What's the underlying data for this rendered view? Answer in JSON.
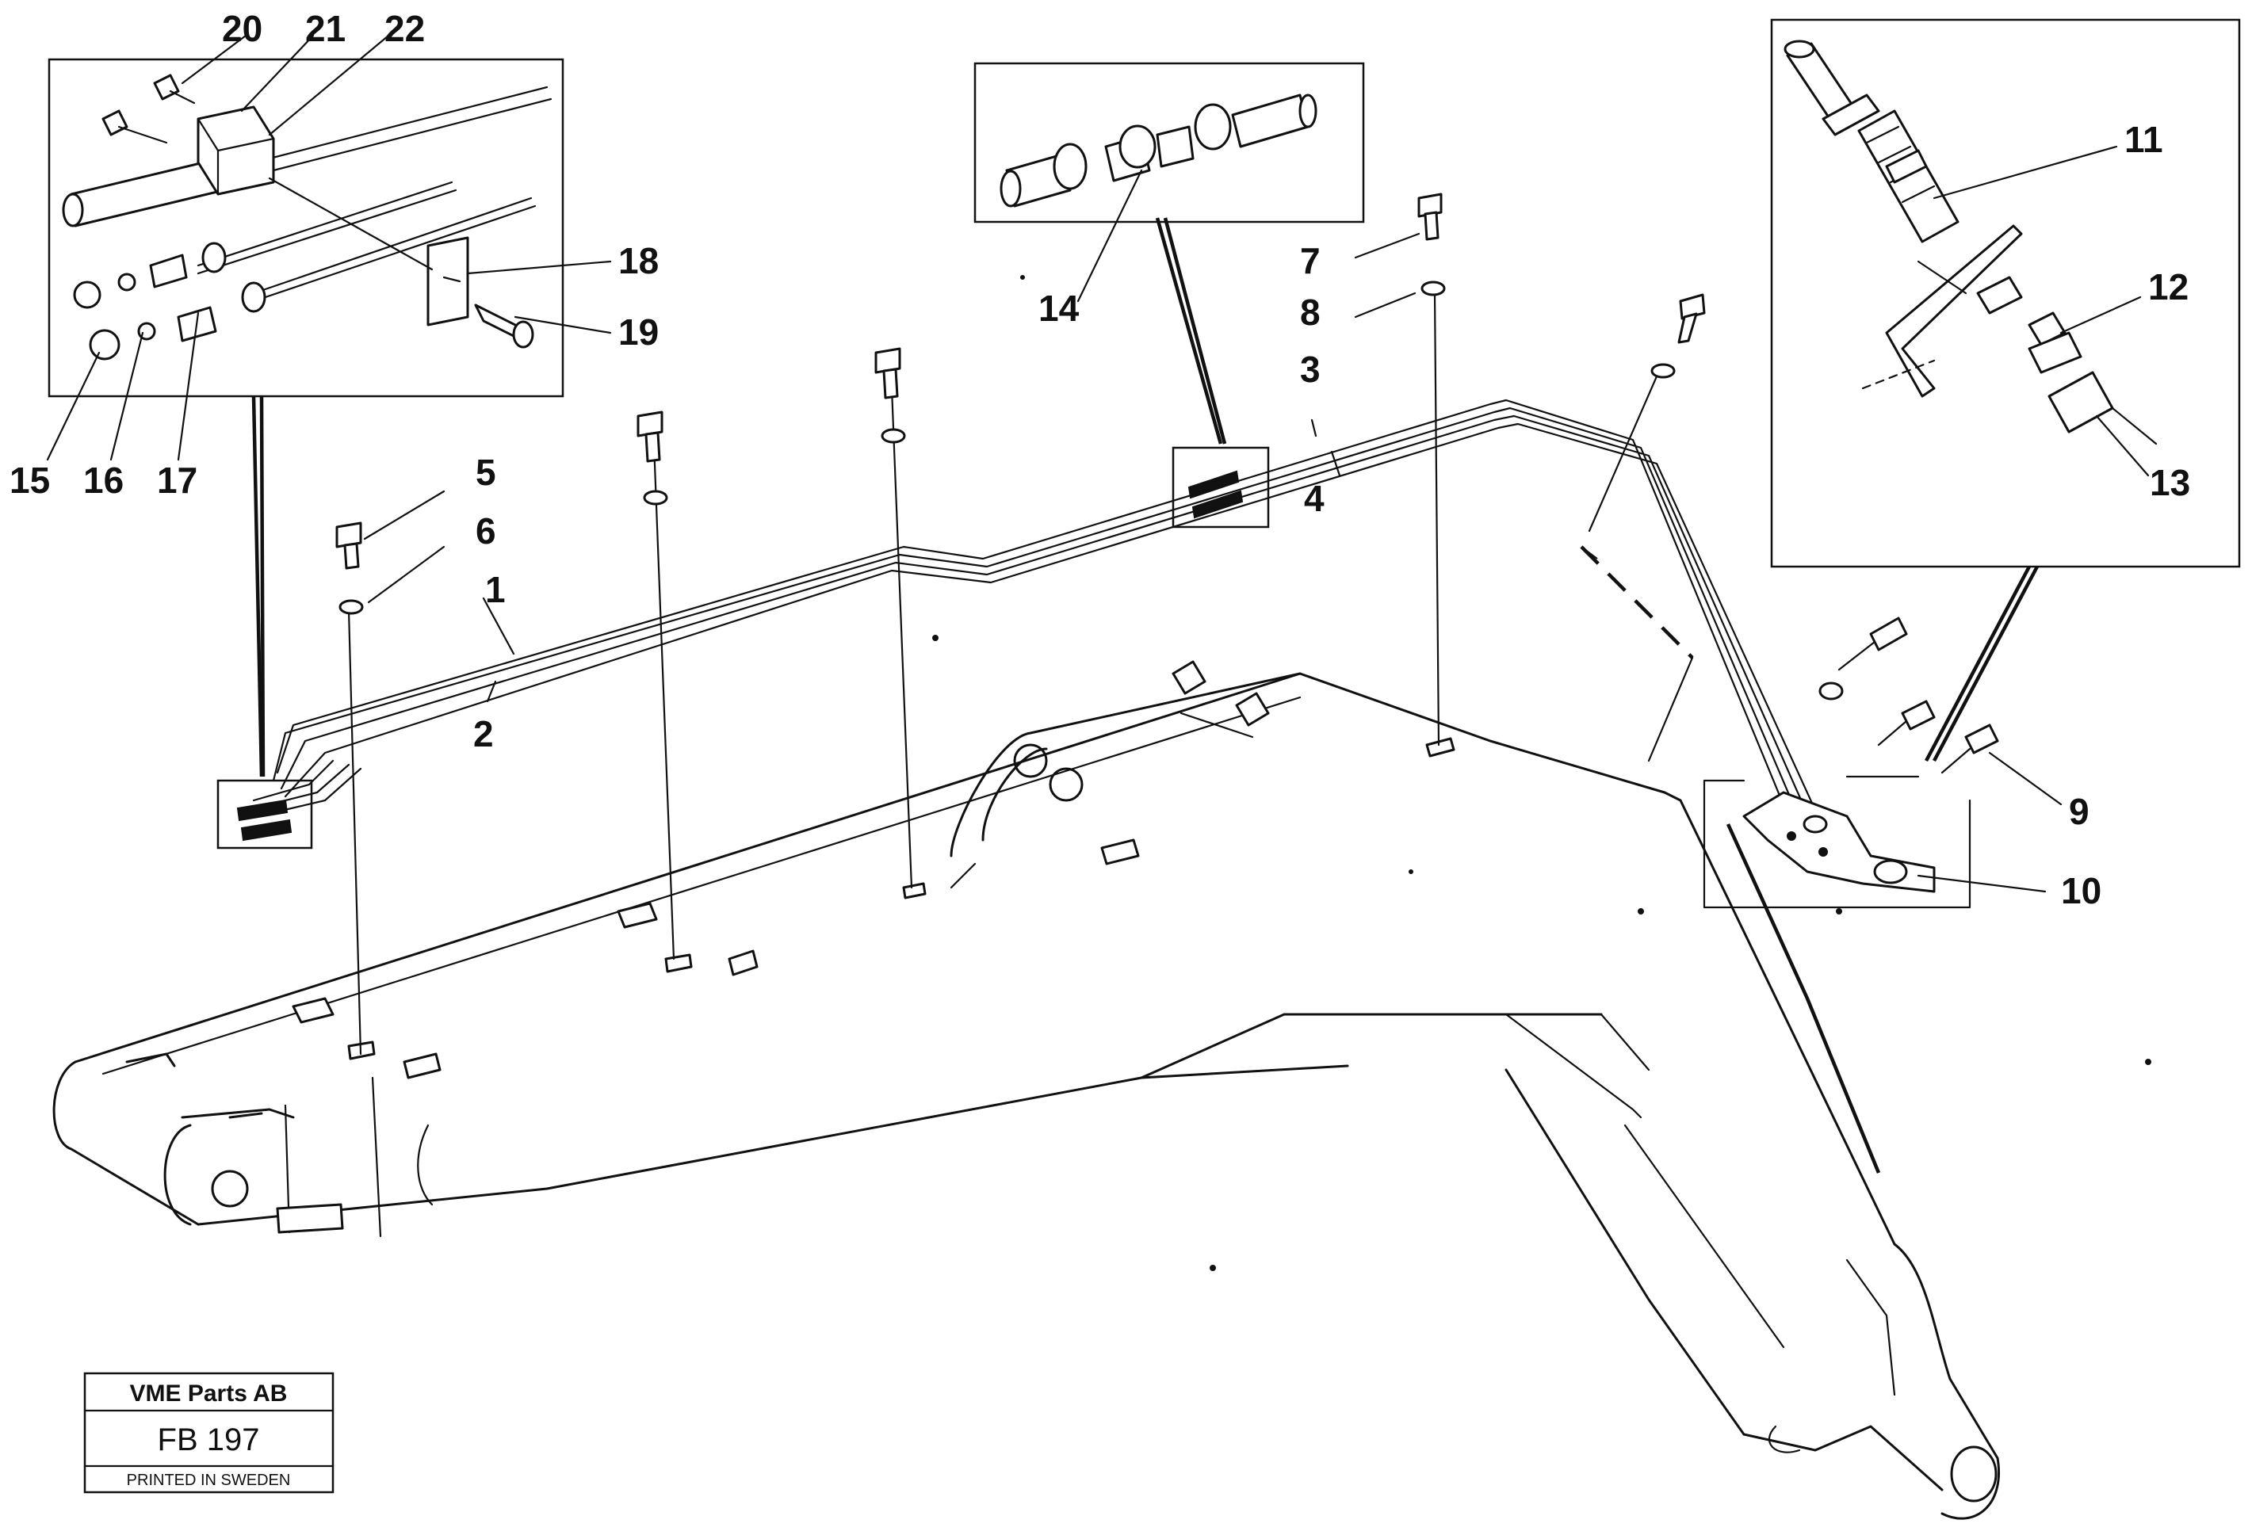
{
  "callouts": [
    {
      "id": "1",
      "label": "1"
    },
    {
      "id": "2",
      "label": "2"
    },
    {
      "id": "3",
      "label": "3"
    },
    {
      "id": "4",
      "label": "4"
    },
    {
      "id": "5",
      "label": "5"
    },
    {
      "id": "6",
      "label": "6"
    },
    {
      "id": "7",
      "label": "7"
    },
    {
      "id": "8",
      "label": "8"
    },
    {
      "id": "9",
      "label": "9"
    },
    {
      "id": "10",
      "label": "10"
    },
    {
      "id": "11",
      "label": "11"
    },
    {
      "id": "12",
      "label": "12"
    },
    {
      "id": "13",
      "label": "13"
    },
    {
      "id": "14",
      "label": "14"
    },
    {
      "id": "15",
      "label": "15"
    },
    {
      "id": "16",
      "label": "16"
    },
    {
      "id": "17",
      "label": "17"
    },
    {
      "id": "18",
      "label": "18"
    },
    {
      "id": "19",
      "label": "19"
    },
    {
      "id": "20",
      "label": "20"
    },
    {
      "id": "21",
      "label": "21"
    },
    {
      "id": "22",
      "label": "22"
    }
  ],
  "plate": {
    "company": "VME Parts AB",
    "code": "FB 197",
    "footer": "PRINTED IN SWEDEN"
  }
}
